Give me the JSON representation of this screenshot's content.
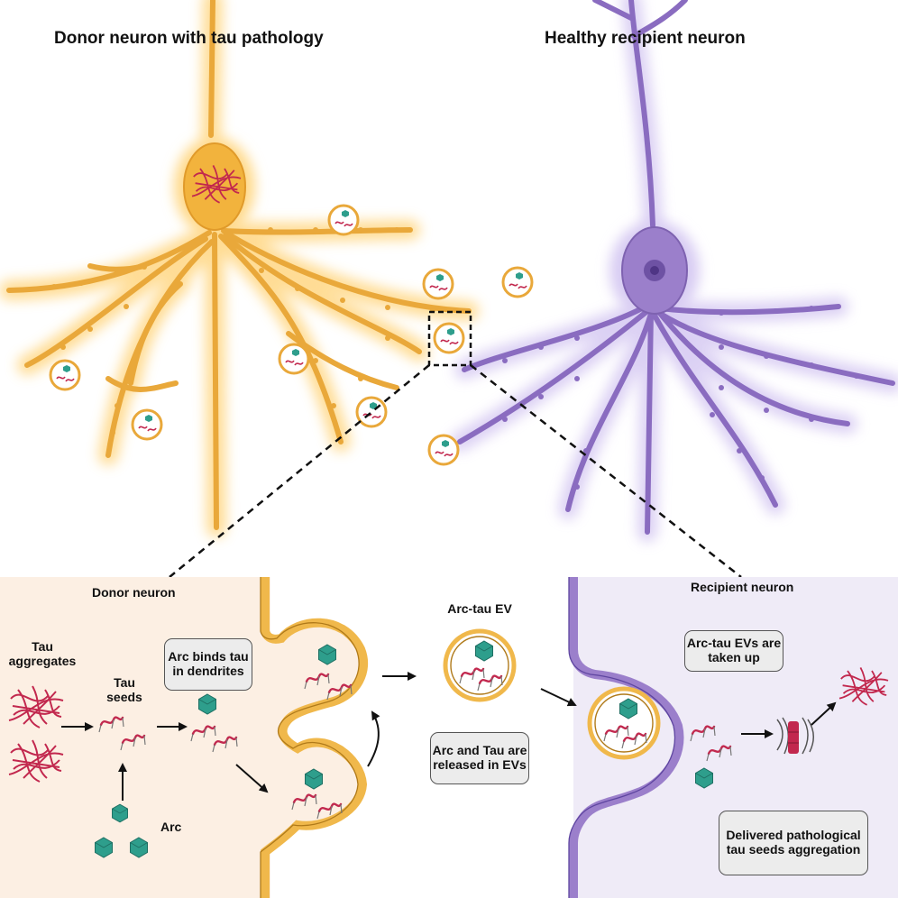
{
  "titles": {
    "donor": "Donor neuron with tau pathology",
    "recipient": "Healthy recipient neuron"
  },
  "panels": {
    "donor": "Donor neuron",
    "recipient": "Recipient neuron"
  },
  "labels": {
    "tau_aggregates": "Tau aggregates",
    "tau_seeds": "Tau seeds",
    "arc": "Arc",
    "arc_tau_ev": "Arc-tau EV"
  },
  "boxes": {
    "arc_binds": "Arc binds tau in dendrites",
    "released": "Arc and Tau are released in EVs",
    "taken_up": "Arc-tau EVs are taken up",
    "delivered": "Delivered pathological tau seeds aggregation"
  },
  "colors": {
    "donor_neuron": "#F2B33D",
    "donor_glow": "#FFD98A",
    "recipient_neuron": "#9B7FCB",
    "recipient_glow": "#D8CCF3",
    "tau": "#C2284E",
    "arc": "#2E9E8C",
    "donor_bg": "#FCEFE3",
    "recipient_bg": "#EFEBF7"
  },
  "icons": [
    "ev-vesicle-icon",
    "arc-capsid-icon",
    "tau-seed-icon",
    "tau-aggregate-icon",
    "arrow-icon"
  ]
}
